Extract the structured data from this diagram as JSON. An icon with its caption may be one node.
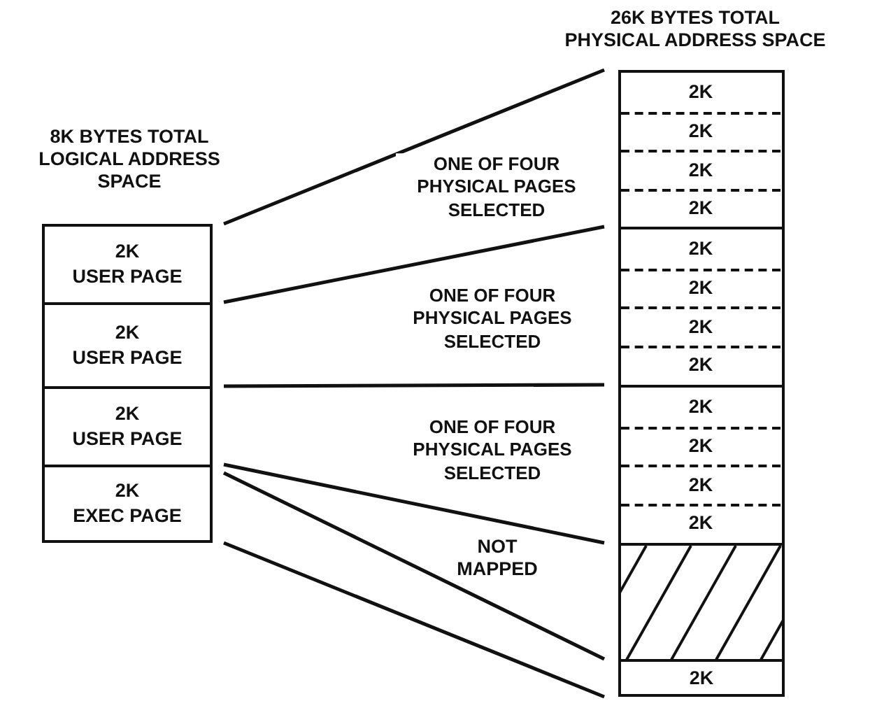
{
  "diagram": {
    "nodes": [
      {
        "text": [
          "2K",
          "USER PAGE"
        ]
      },
      {
        "text": [
          "2K",
          "USER PAGE"
        ]
      },
      {
        "text": [
          "2K",
          "USER PAGE"
        ]
      },
      {
        "text": [
          "2K",
          "EXEC PAGE"
        ]
      },
      {
        "text": [],
        "shape": "box"
      },
      {
        "text": [
          "2K"
        ],
        "in": 4
      },
      {
        "text": [
          "2K"
        ],
        "in": 4
      },
      {
        "text": [
          "2K"
        ],
        "in": 4
      },
      {
        "text": [
          "2K"
        ],
        "in": 4
      },
      {
        "text": [],
        "shape": "box"
      },
      {
        "text": [
          "2K"
        ],
        "in": 9
      },
      {
        "text": [
          "2K"
        ],
        "in": 9
      },
      {
        "text": [
          "2K"
        ],
        "in": 9
      },
      {
        "text": [
          "2K"
        ],
        "in": 9
      },
      {
        "text": [],
        "shape": "box"
      },
      {
        "text": [
          "2K"
        ],
        "in": 14
      },
      {
        "text": [
          "2K"
        ],
        "in": 14
      },
      {
        "text": [
          "2K"
        ],
        "in": 14
      },
      {
        "text": [
          "2K"
        ],
        "in": 14
      },
      {
        "text": [],
        "shape": "box"
      },
      {
        "text": [
          "2K"
        ]
      }
    ],
    "edges": [
      {
        "from": 0,
        "to": 4,
        "arrow": "none",
        "label": "ONE OF FOUR PHYSICAL PAGES SELECTED"
      },
      {
        "from": 1,
        "to": 9,
        "arrow": "none",
        "label": "ONE OF FOUR PHYSICAL PAGES SELECTED"
      },
      {
        "from": 2,
        "to": 14,
        "arrow": "none",
        "label": "ONE OF FOUR PHYSICAL PAGES SELECTED"
      },
      {
        "from": 3,
        "to": 19,
        "arrow": "none"
      },
      {
        "from": 3,
        "to": 20,
        "arrow": "none"
      },
      {
        "from": 3,
        "to": 20,
        "arrow": "none"
      }
    ],
    "labels": [
      "26K BYTES TOTAL PHYSICAL ADDRESS SPACE",
      "8K BYTES TOTAL LOGICAL ADDRESS SPACE",
      "NOT MAPPED"
    ]
  }
}
